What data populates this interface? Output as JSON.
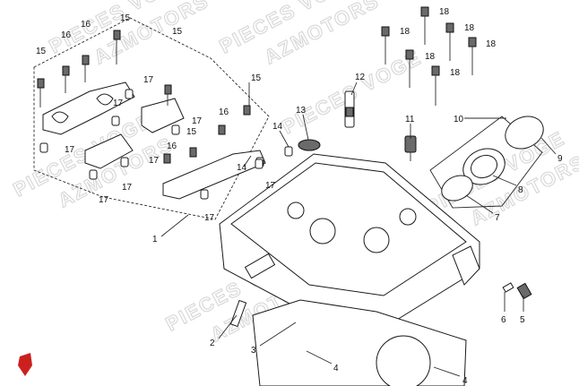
{
  "watermark": {
    "line1": "PIECES VOGE",
    "line2": "AZMOTORS"
  },
  "brand": {
    "logo_color": "#cc1f1f"
  },
  "callouts": {
    "c1": "1",
    "c2": "2",
    "c3": "3",
    "c4a": "4",
    "c4b": "4",
    "c5": "5",
    "c6": "6",
    "c7": "7",
    "c8": "8",
    "c9": "9",
    "c10": "10",
    "c11": "11",
    "c12": "12",
    "c13": "13",
    "c14a": "14",
    "c14b": "14",
    "c15a": "15",
    "c15b": "15",
    "c15c": "15",
    "c15d": "15",
    "c15e": "15",
    "c16a": "16",
    "c16b": "16",
    "c16c": "16",
    "c16d": "16",
    "c17a": "17",
    "c17b": "17",
    "c17c": "17",
    "c17d": "17",
    "c17e": "17",
    "c17f": "17",
    "c17g": "17",
    "c17h": "17",
    "c17i": "17",
    "c18a": "18",
    "c18b": "18",
    "c18c": "18",
    "c18d": "18",
    "c18e": "18",
    "c18f": "18"
  }
}
